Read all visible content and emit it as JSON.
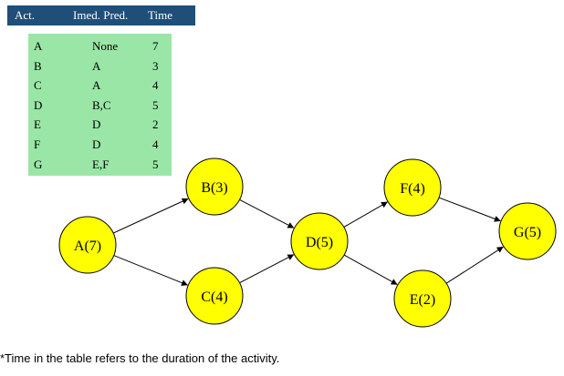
{
  "table": {
    "headers": [
      "Act.",
      "Imed. Pred.",
      "Time"
    ],
    "rows": [
      {
        "act": "A",
        "pred": "None",
        "time": "7"
      },
      {
        "act": "B",
        "pred": "A",
        "time": "3"
      },
      {
        "act": "C",
        "pred": "A",
        "time": "4"
      },
      {
        "act": "D",
        "pred": "B,C",
        "time": "5"
      },
      {
        "act": "E",
        "pred": "D",
        "time": "2"
      },
      {
        "act": "F",
        "pred": "D",
        "time": "4"
      },
      {
        "act": "G",
        "pred": "E,F",
        "time": "5"
      }
    ]
  },
  "network": {
    "nodes": [
      {
        "id": "A",
        "label": "A(7)"
      },
      {
        "id": "B",
        "label": "B(3)"
      },
      {
        "id": "C",
        "label": "C(4)"
      },
      {
        "id": "D",
        "label": "D(5)"
      },
      {
        "id": "F",
        "label": "F(4)"
      },
      {
        "id": "E",
        "label": "E(2)"
      },
      {
        "id": "G",
        "label": "G(5)"
      }
    ],
    "edges": [
      {
        "from": "A",
        "to": "B"
      },
      {
        "from": "A",
        "to": "C"
      },
      {
        "from": "B",
        "to": "D"
      },
      {
        "from": "C",
        "to": "D"
      },
      {
        "from": "D",
        "to": "F"
      },
      {
        "from": "D",
        "to": "E"
      },
      {
        "from": "F",
        "to": "G"
      },
      {
        "from": "E",
        "to": "G"
      }
    ],
    "node_color": "#ffff00"
  },
  "colors": {
    "header_bg": "#1f4e79",
    "table_bg": "#99e6a6"
  },
  "footnote": "*Time in the table refers to the duration of the activity."
}
